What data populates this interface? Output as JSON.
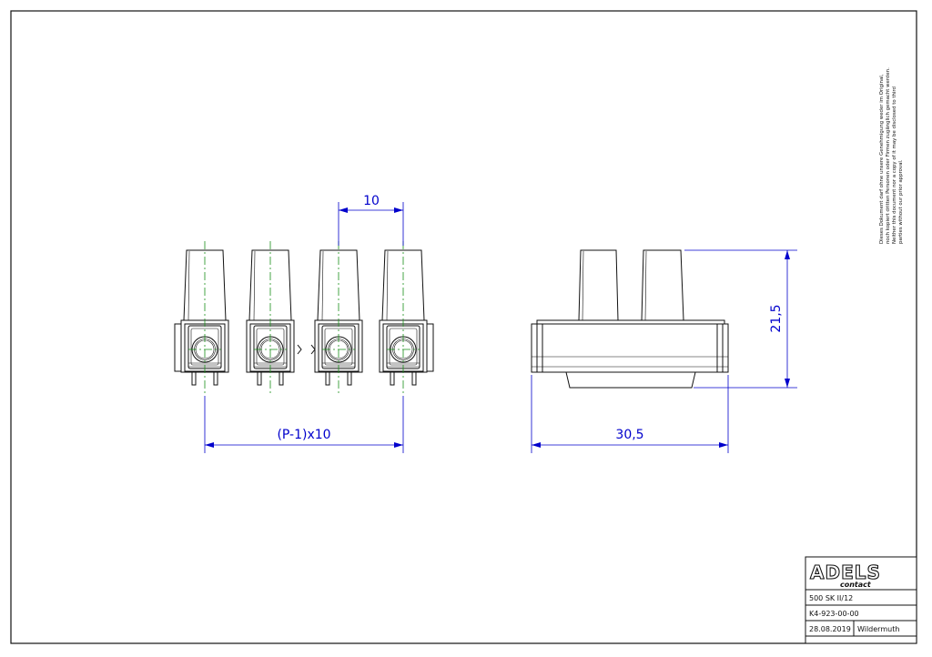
{
  "drawing": {
    "dimensions": {
      "pitch": "10",
      "span": "(P-1)x10",
      "width": "30,5",
      "height": "21,5"
    },
    "confidentiality_note": [
      "Dieses Dokument darf ohne unsere Genehmigung weder im Original,",
      "noch kopiert dritten Personen oder Firmen zugänglich gemacht werden.",
      "Neither this document nor a copy of it may be disclosed to third",
      "parties without our prior approval."
    ]
  },
  "title_block": {
    "logo_text": "ADELS",
    "logo_sub": "contact",
    "product": "500 SK II/12",
    "drawing_number": "K4-923-00-00",
    "date": "28.08.2019",
    "author": "Wildermuth"
  },
  "colors": {
    "dimension": "#0000cc",
    "centerline": "#1a8f1a",
    "outline": "#111111"
  }
}
